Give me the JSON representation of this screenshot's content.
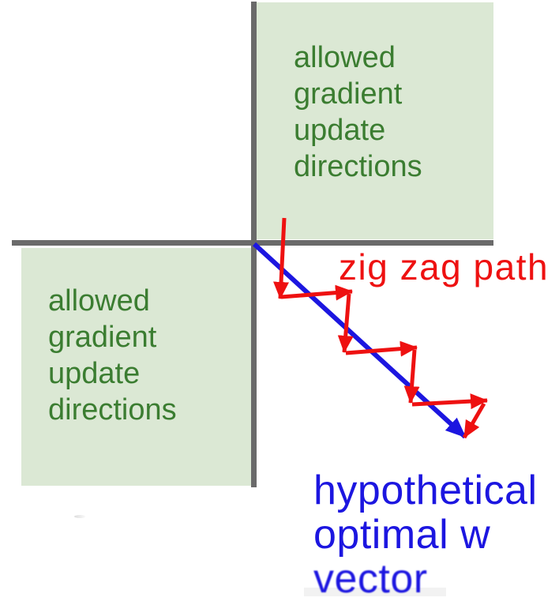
{
  "figure": {
    "description_labels": {
      "allowed_region": {
        "lines": [
          "allowed",
          "gradient",
          "update",
          "directions"
        ]
      },
      "zigzag_path_label": "zig zag path",
      "optimal_vector_label": {
        "lines": [
          "hypothetical",
          "optimal w",
          "vector"
        ]
      }
    }
  },
  "colors": {
    "quadrant_fill": "#dbe8d4",
    "green_text": "#3b7d31",
    "axis_gray": "#6a6a6a",
    "red": "#ee1111",
    "blue": "#1c16e0"
  }
}
